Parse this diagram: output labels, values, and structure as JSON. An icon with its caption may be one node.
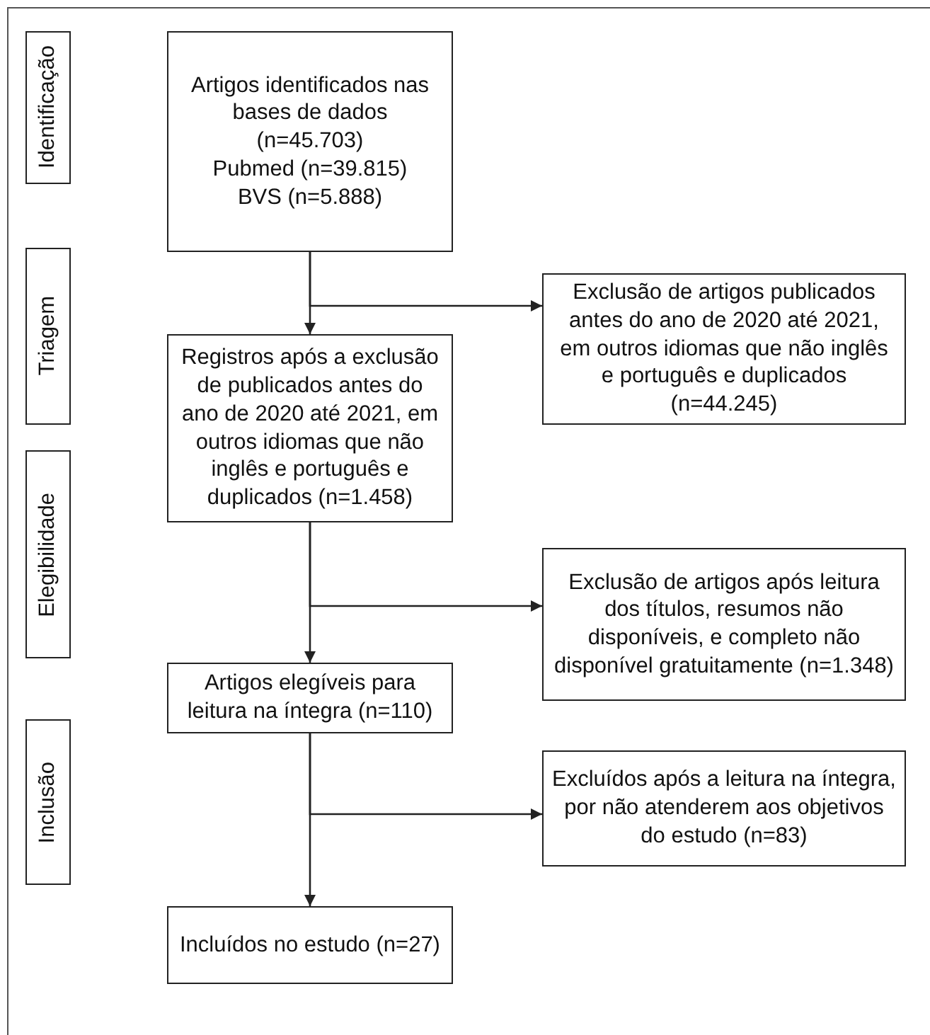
{
  "diagram": {
    "nodes": [
      {
        "text": [
          "Identificação"
        ]
      },
      {
        "text": [
          "Artigos identificados nas bases de dados (n=45.703)",
          "Pubmed (n=39.815)",
          "BVS (n=5.888)"
        ]
      },
      {
        "text": [
          "Exclusão de artigos publicados antes do ano de 2020 até 2021, em outros idiomas que não inglês e português e duplicados (n=44.245)"
        ]
      },
      {
        "text": [
          "Triagem"
        ]
      },
      {
        "text": [
          "Registros após a exclusão de publicados antes do ano de 2020 até 2021, em outros idiomas que não inglês e português e duplicados (n=1.458)"
        ]
      },
      {
        "text": [
          "Elegibilidade"
        ]
      },
      {
        "text": [
          "Exclusão de artigos após leitura dos títulos, resumos não disponíveis, e completo não disponível gratuitamente (n=1.348)"
        ]
      },
      {
        "text": [
          "Artigos elegíveis para leitura na íntegra (n=110)"
        ]
      },
      {
        "text": [
          "Inclusão"
        ]
      },
      {
        "text": [
          "Excluídos após a leitura na íntegra, por não atenderem aos objetivos do estudo (n=83)"
        ]
      },
      {
        "text": [
          "Incluídos no estudo (n=27)"
        ]
      }
    ],
    "edges": [
      {
        "from": 1,
        "to": 4,
        "arrow": "to"
      },
      {
        "from": 1,
        "to": 2,
        "arrow": "to"
      },
      {
        "from": 4,
        "to": 7,
        "arrow": "to"
      },
      {
        "from": 4,
        "to": 6,
        "arrow": "to"
      },
      {
        "from": 7,
        "to": 10,
        "arrow": "to"
      },
      {
        "from": 7,
        "to": 9,
        "arrow": "to"
      }
    ]
  }
}
